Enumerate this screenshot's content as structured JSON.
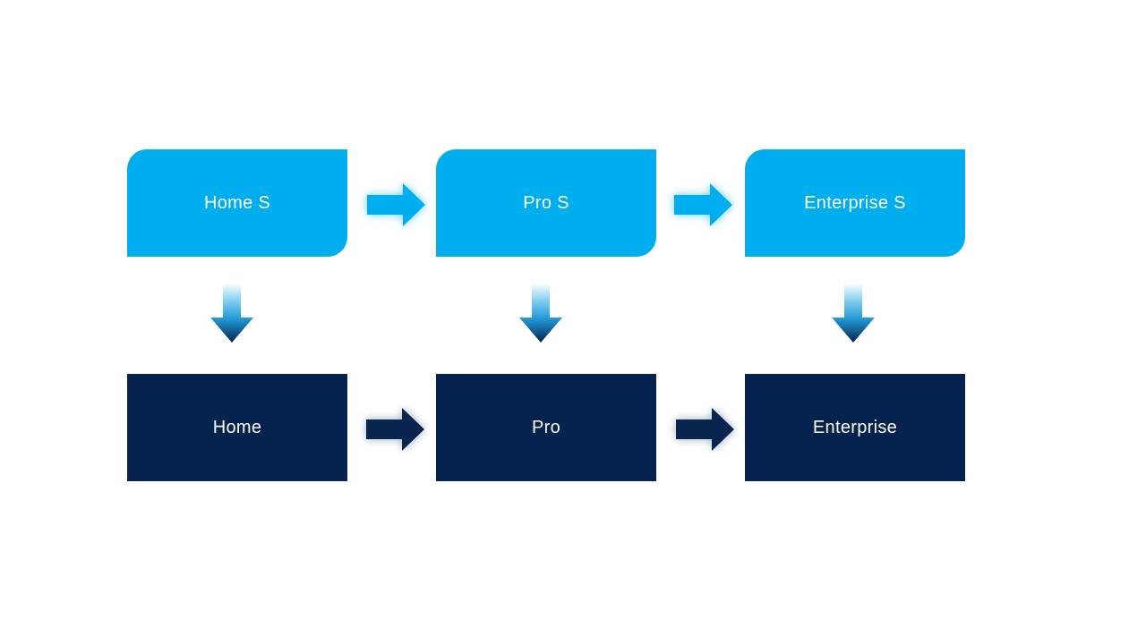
{
  "diagram": {
    "type": "flow",
    "background": "#FFFFFF",
    "description": "Two-row upgrade flow: S-tier editions map down to base editions, each row progressing left to right"
  },
  "nodes": {
    "top": [
      "Home S",
      "Pro S",
      "Enterprise S"
    ],
    "bottom": [
      "Home",
      "Pro",
      "Enterprise"
    ]
  },
  "edges": [
    {
      "from": "Home S",
      "to": "Pro S",
      "direction": "right",
      "style": "cyan-glow"
    },
    {
      "from": "Pro S",
      "to": "Enterprise S",
      "direction": "right",
      "style": "cyan-glow"
    },
    {
      "from": "Home",
      "to": "Pro",
      "direction": "right",
      "style": "navy-glow"
    },
    {
      "from": "Pro",
      "to": "Enterprise",
      "direction": "right",
      "style": "navy-glow"
    },
    {
      "from": "Home S",
      "to": "Home",
      "direction": "down",
      "style": "gradient"
    },
    {
      "from": "Pro S",
      "to": "Pro",
      "direction": "down",
      "style": "gradient"
    },
    {
      "from": "Enterprise S",
      "to": "Enterprise",
      "direction": "down",
      "style": "gradient"
    }
  ],
  "colors": {
    "top_box": "#00AEEF",
    "bottom_box": "#05234E",
    "label_text": "#FFFFFF",
    "top_arrow": "#00AEEF",
    "bottom_arrow": "#07254D",
    "down_arrow_gradient": [
      "#FBFEFF",
      "#7FCDEF",
      "#2299D6",
      "#05234E"
    ]
  }
}
